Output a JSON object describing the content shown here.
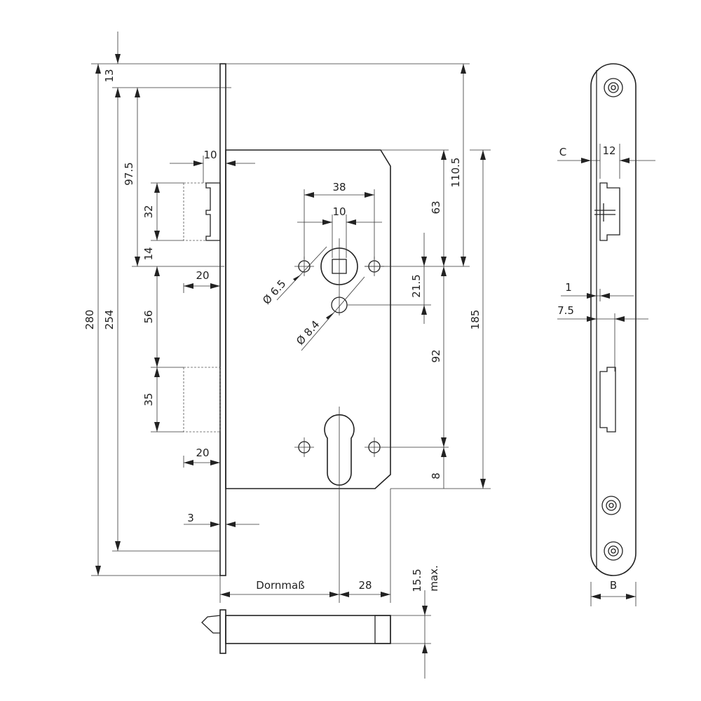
{
  "drawing": {
    "colors": {
      "line": "#222222",
      "background": "#ffffff"
    },
    "dimensions": {
      "d280": "280",
      "d254": "254",
      "d13": "13",
      "d97_5": "97.5",
      "d32": "32",
      "d14": "14",
      "d56": "56",
      "d35": "35",
      "d10_top": "10",
      "d20_upper": "20",
      "d20_lower": "20",
      "d3": "3",
      "d38": "38",
      "d10_spindle": "10",
      "d6_5": "Ø 6.5",
      "d8_4": "Ø 8.4",
      "d21_5": "21.5",
      "d92": "92",
      "d110_5": "110.5",
      "d63": "63",
      "d185": "185",
      "d8": "8",
      "d_dornmass": "Dornmaß",
      "d28": "28",
      "d15_5": "15.5",
      "d_max": "max.",
      "d_C": "C",
      "d12": "12",
      "d1": "1",
      "d7_5": "7.5",
      "d_B": "B"
    }
  }
}
